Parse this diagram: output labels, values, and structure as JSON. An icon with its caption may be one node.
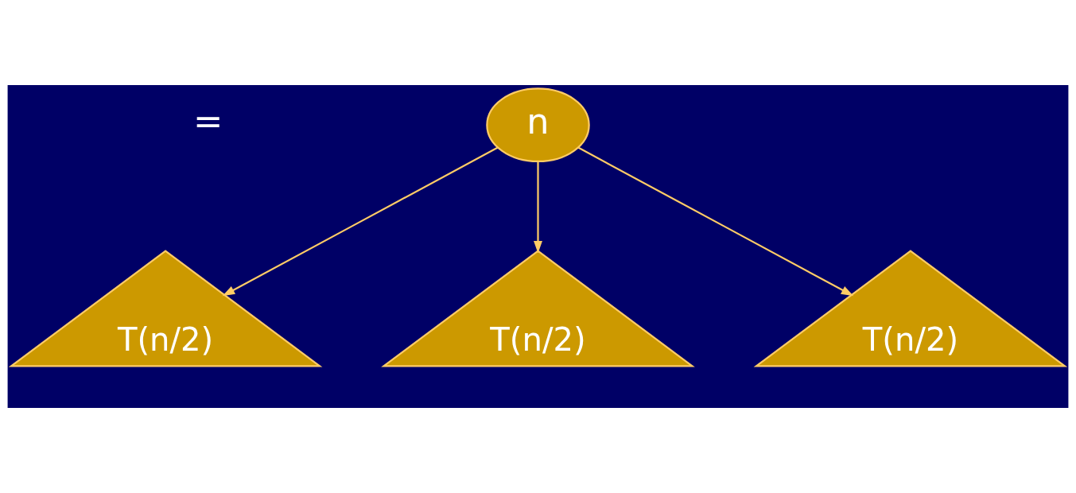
{
  "diagram": {
    "nodes": [
      {
        "text": [
          "n"
        ]
      },
      {
        "text": [
          "T(n/2)"
        ]
      },
      {
        "text": [
          "T(n/2)"
        ]
      },
      {
        "text": [
          "T(n/2)"
        ]
      }
    ],
    "edges": [
      {
        "from": 0,
        "to": 1,
        "arrow": "to"
      },
      {
        "from": 0,
        "to": 2,
        "arrow": "to"
      },
      {
        "from": 0,
        "to": 3,
        "arrow": "to"
      }
    ],
    "labels": [
      "="
    ]
  }
}
